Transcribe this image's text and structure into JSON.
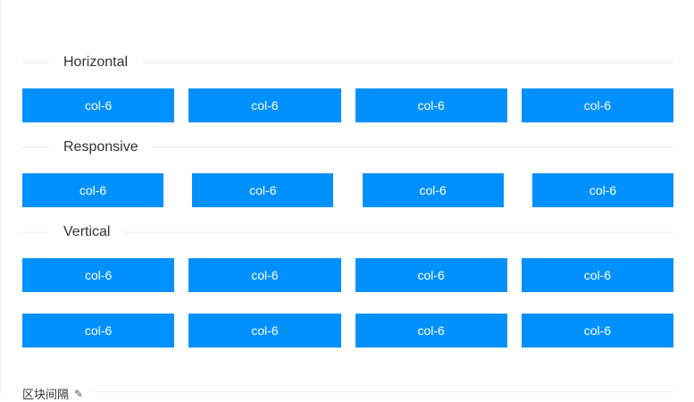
{
  "sections": [
    {
      "title": "Horizontal",
      "rows": [
        [
          "col-6",
          "col-6",
          "col-6",
          "col-6"
        ]
      ]
    },
    {
      "title": "Responsive",
      "rows": [
        [
          "col-6",
          "col-6",
          "col-6",
          "col-6"
        ]
      ]
    },
    {
      "title": "Vertical",
      "rows": [
        [
          "col-6",
          "col-6",
          "col-6",
          "col-6"
        ],
        [
          "col-6",
          "col-6",
          "col-6",
          "col-6"
        ]
      ]
    }
  ],
  "next_section": {
    "title": "区块间隔",
    "icon": "pencil-icon"
  },
  "colors": {
    "col_bg": "#0091ff",
    "col_text": "#ffffff"
  }
}
